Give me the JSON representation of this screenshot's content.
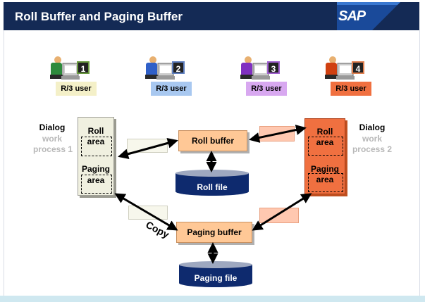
{
  "header": {
    "title": "Roll Buffer and Paging Buffer",
    "logo_text": "SAP"
  },
  "users": [
    {
      "number": "1",
      "label": "R/3 user",
      "color": "#f4f0c8",
      "accent": "#2d8a3c"
    },
    {
      "number": "2",
      "label": "R/3 user",
      "color": "#a8c8f0",
      "accent": "#3060c8"
    },
    {
      "number": "3",
      "label": "R/3 user",
      "color": "#d8a8f0",
      "accent": "#8030c0"
    },
    {
      "number": "4",
      "label": "R/3 user",
      "color": "#f07040",
      "accent": "#d04010"
    }
  ],
  "dialog_left": {
    "title": "Dialog",
    "line2": "work",
    "line3": "process 1"
  },
  "dialog_right": {
    "title": "Dialog",
    "line2": "work",
    "line3": "process 2"
  },
  "process_left": {
    "roll_line1": "Roll",
    "roll_line2": "area",
    "paging_line1": "Paging",
    "paging_line2": "area"
  },
  "process_right": {
    "roll_line1": "Roll",
    "roll_line2": "area",
    "paging_line1": "Paging",
    "paging_line2": "area"
  },
  "roll_buffer": "Roll buffer",
  "roll_file": "Roll  file",
  "paging_buffer": "Paging buffer",
  "paging_file": "Paging  file",
  "copy_label": "Copy",
  "colors": {
    "header": "#142a55",
    "buffer": "#ffc896",
    "file": "#0e2a6e",
    "process_right": "#f07040",
    "process_left": "#f0f0e0"
  }
}
